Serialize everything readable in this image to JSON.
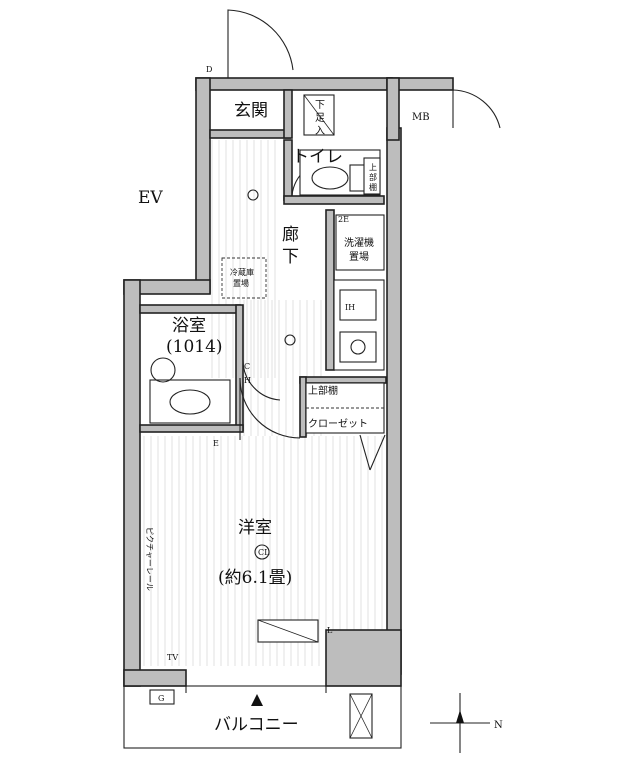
{
  "rooms": {
    "genkan": "玄関",
    "shoe_top": "下",
    "shoe_mid": "足",
    "shoe_bot": "入",
    "mb": "MB",
    "toilet": "トイレ",
    "toilet_shelf_a": "上",
    "toilet_shelf_b": "部",
    "toilet_shelf_c": "棚",
    "corridor_a": "廊",
    "corridor_b": "下",
    "washer_a": "洗濯機",
    "washer_b": "置場",
    "fridge_a": "冷蔵庫",
    "fridge_b": "置場",
    "ev": "EV",
    "bath": "浴室",
    "bath_size": "(1014)",
    "upper_shelf": "上部棚",
    "closet": "クローゼット",
    "western": "洋室",
    "western_size": "(約6.1畳)",
    "picture_rail": "ピクチャーレール",
    "balcony": "バルコニー",
    "compass_n": "N"
  },
  "symbols": {
    "cl": "CL",
    "d": "D",
    "e": "E",
    "g": "G",
    "l": "L",
    "c": "C",
    "h": "H",
    "tv": "TV",
    "twoe": "2E",
    "ihi": "IH"
  }
}
